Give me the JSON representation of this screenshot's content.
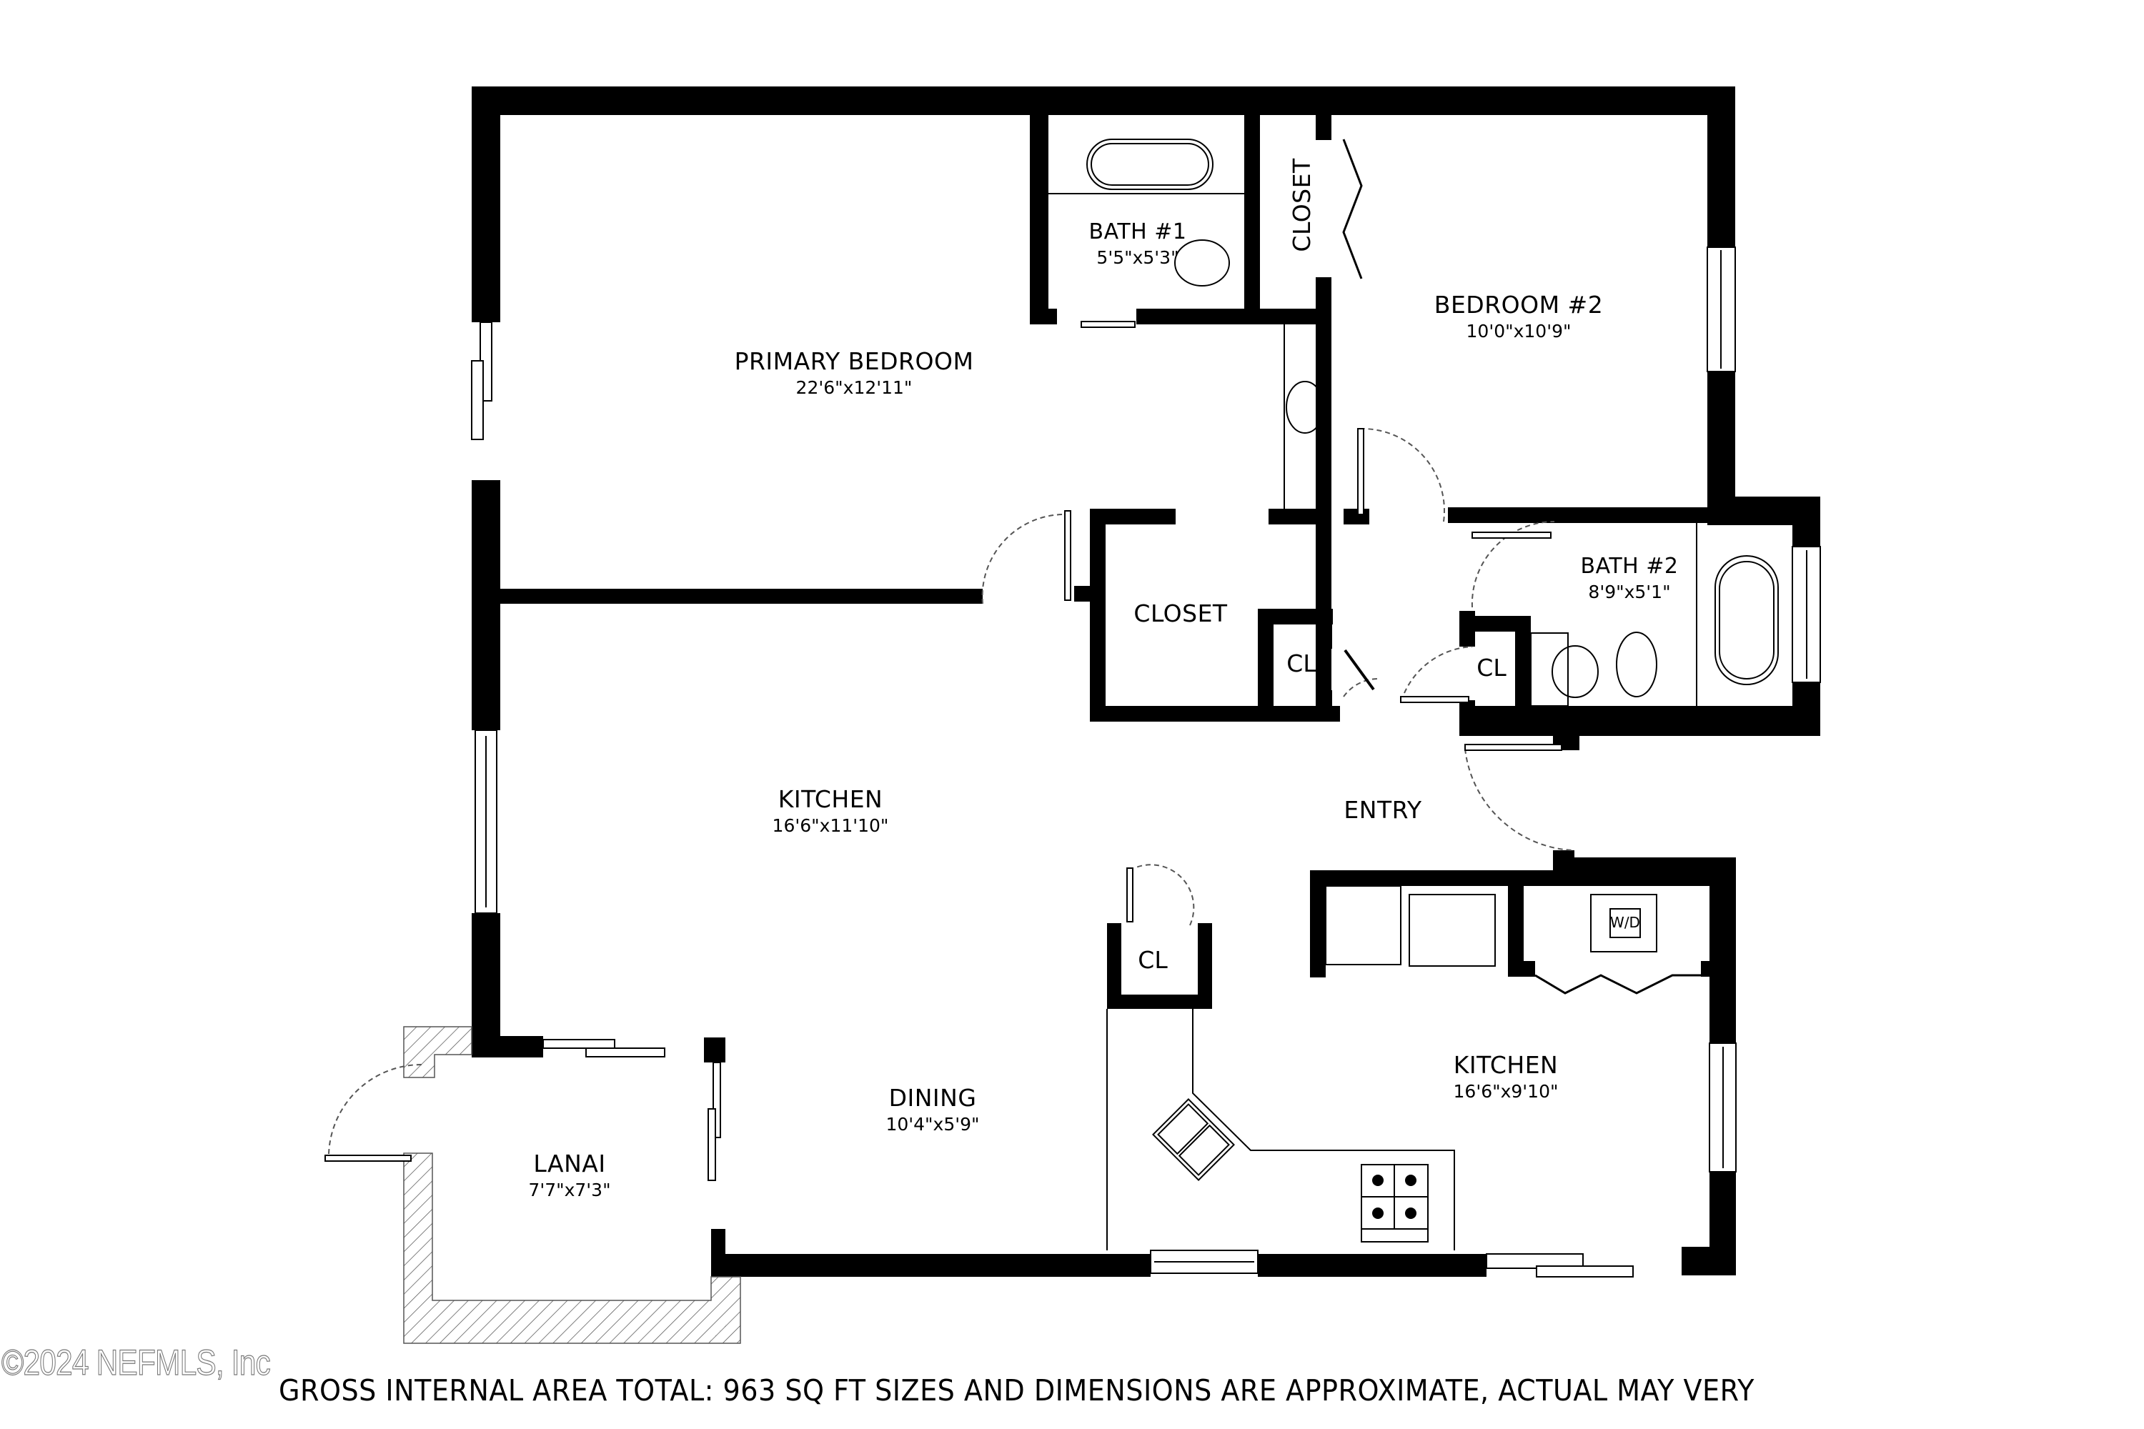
{
  "plan": {
    "rooms": [
      {
        "name": "PRIMARY BEDROOM",
        "dimensions": "22'6\"x12'11\""
      },
      {
        "name": "BATH #1",
        "dimensions": "5'5\"x5'3\""
      },
      {
        "name": "CLOSET",
        "dimensions": ""
      },
      {
        "name": "BEDROOM #2",
        "dimensions": "10'0\"x10'9\""
      },
      {
        "name": "BATH #2",
        "dimensions": "8'9\"x5'1\""
      },
      {
        "name": "CLOSET",
        "dimensions": ""
      },
      {
        "name": "CL",
        "dimensions": ""
      },
      {
        "name": "CL",
        "dimensions": ""
      },
      {
        "name": "ENTRY",
        "dimensions": ""
      },
      {
        "name": "KITCHEN",
        "dimensions": "16'6\"x11'10\""
      },
      {
        "name": "CL",
        "dimensions": ""
      },
      {
        "name": "KITCHEN",
        "dimensions": "16'6\"x9'10\""
      },
      {
        "name": "DINING",
        "dimensions": "10'4\"x5'9\""
      },
      {
        "name": "LANAI",
        "dimensions": "7'7\"x7'3\""
      }
    ],
    "appliance_labels": {
      "washer_dryer": "W/D"
    },
    "colors": {
      "wall": "#000000",
      "background": "#ffffff",
      "fixture_line": "#000000",
      "hatch": "#555555"
    }
  },
  "footer": {
    "copyright": "©2024 NEFMLS, Inc",
    "area_note": "GROSS INTERNAL AREA TOTAL: 963 SQ FT SIZES AND DIMENSIONS ARE APPROXIMATE, ACTUAL MAY VERY"
  }
}
